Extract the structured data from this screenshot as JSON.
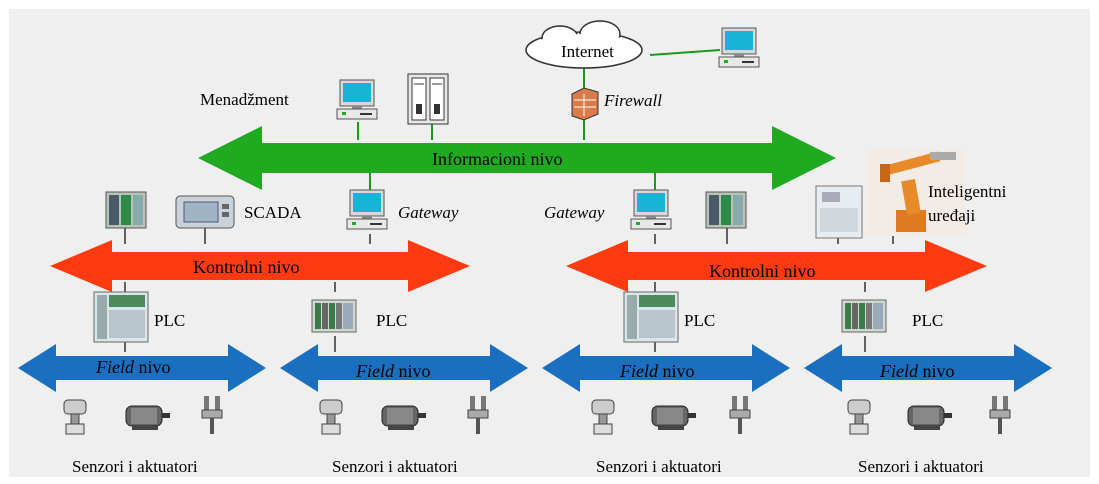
{
  "labels": {
    "internet": "Internet",
    "firewall": "Firewall",
    "menadzment": "Menadžment",
    "informacioni_nivo": "Informacioni nivo",
    "scada": "SCADA",
    "gateway": "Gateway",
    "inteligentni": "Inteligentni",
    "uredaji": "uređaji",
    "kontrolni_nivo": "Kontrolni nivo",
    "plc": "PLC",
    "field": "Field",
    "nivo": "nivo",
    "senzori": "Senzori i aktuatori"
  },
  "colors": {
    "background": "#efefef",
    "informacioni": "#1faa1f",
    "kontrolni": "#ff3a10",
    "field": "#1a6fc0"
  }
}
